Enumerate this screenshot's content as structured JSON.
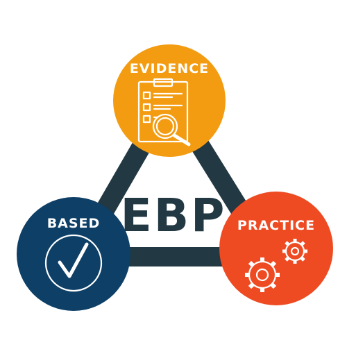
{
  "diagram": {
    "center_label": "EBP",
    "nodes": [
      {
        "id": "evidence",
        "label": "EVIDENCE",
        "color": "#F39C12",
        "icon": "clipboard-magnifier-icon"
      },
      {
        "id": "based",
        "label": "BASED",
        "color": "#0E3F66",
        "icon": "checkmark-icon"
      },
      {
        "id": "practice",
        "label": "PRACTICE",
        "color": "#EE4B22",
        "icon": "gears-icon"
      }
    ],
    "triangle_color": "#223843"
  }
}
